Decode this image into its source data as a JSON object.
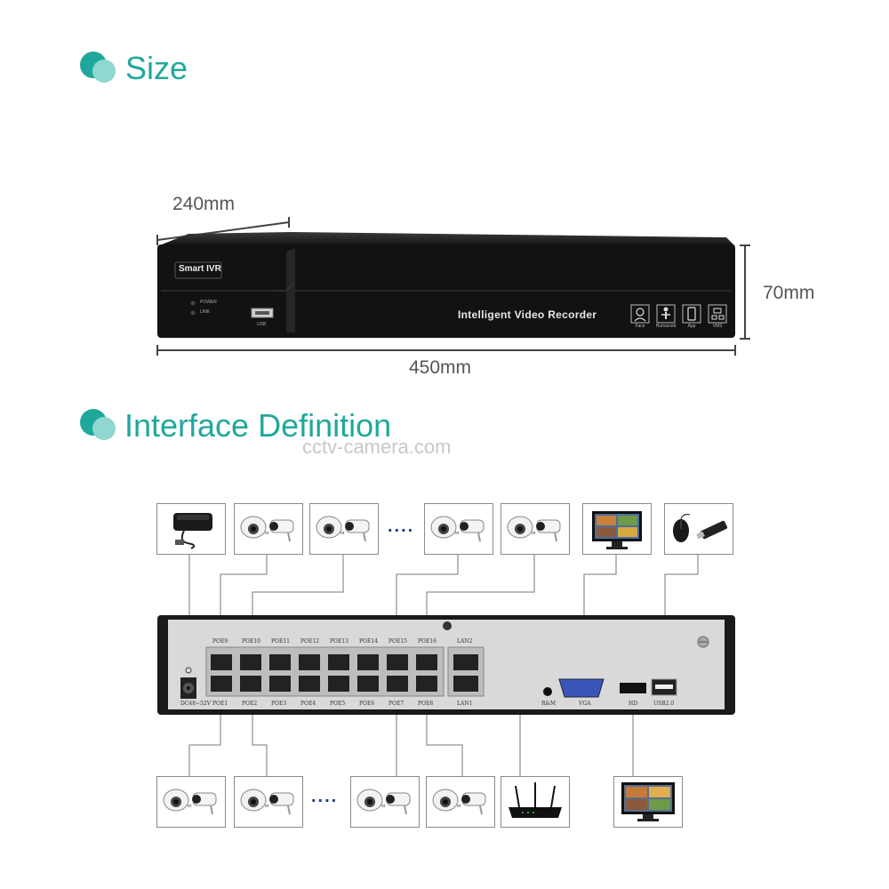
{
  "sections": {
    "size_title": "Size",
    "interface_title": "Interface Definition"
  },
  "dimensions": {
    "depth": "240mm",
    "height": "70mm",
    "width": "450mm"
  },
  "watermark": "cctv-camera.com",
  "front_panel": {
    "brand": "Smart IVR",
    "power_label": "POWER",
    "link_label": "LINK",
    "usb_label": "USB",
    "product_name": "Intelligent Video Recorder",
    "features": [
      "Face",
      "Humanoid",
      "App",
      "VMS"
    ]
  },
  "rear_panel": {
    "power_label": "DC48~52V",
    "top_ports": [
      "POE9",
      "POE10",
      "POE11",
      "POE12",
      "POE13",
      "POE14",
      "POE15",
      "POE16",
      "LAN2"
    ],
    "bottom_ports": [
      "POE1",
      "POE2",
      "POE3",
      "POE4",
      "POE5",
      "POE6",
      "POE7",
      "POE8",
      "LAN1"
    ],
    "reset_label": "R&M",
    "vga_label": "VGA",
    "hd_label": "HD",
    "usb_label": "USB2.0"
  },
  "connector_ellipsis": "....",
  "camera_or": "or",
  "icons": {
    "power_adapter": "power-adapter-icon",
    "camera_pair": "camera-pair-icon",
    "vga_monitor": "monitor-icon",
    "mouse_usb": "mouse-usb-icon",
    "router": "router-icon",
    "hd_monitor": "monitor-icon"
  },
  "colors": {
    "accent": "#21a89c",
    "accent_light": "#8fd7d0",
    "nvr_body": "#141414",
    "rear_panel": "#d9d9d9"
  }
}
